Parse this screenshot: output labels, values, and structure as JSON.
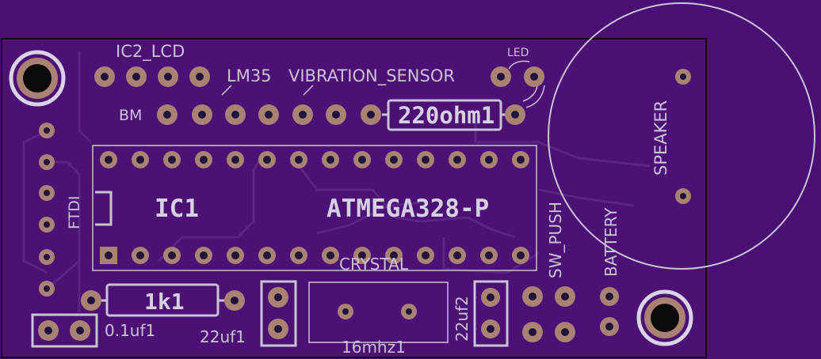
{
  "board": {
    "colors": {
      "background": "#4b0f73",
      "board_fill": "#4d1075",
      "silkscreen": "#c9c3d6",
      "pad": "#a98273",
      "drill": "#21133a"
    }
  },
  "labels": {
    "ic2_lcd": "IC2_LCD",
    "led": "LED",
    "lm35": "LM35",
    "vibration_sensor": "VIBRATION_SENSOR",
    "bm": "BM",
    "resistor_220": "220ohm1",
    "ic1": "IC1",
    "atmega": "ATMEGA328-P",
    "ftdi": "FTDI",
    "sw_push": "SW_PUSH",
    "battery": "BATTERY",
    "speaker": "SPEAKER",
    "crystal": "CRYSTAL",
    "resistor_1k": "1k1",
    "cap_01": "0.1uf1",
    "cap_22uf": "22uf1",
    "cap_22pf": "22uf2",
    "crystal_value": "16mhz1"
  }
}
